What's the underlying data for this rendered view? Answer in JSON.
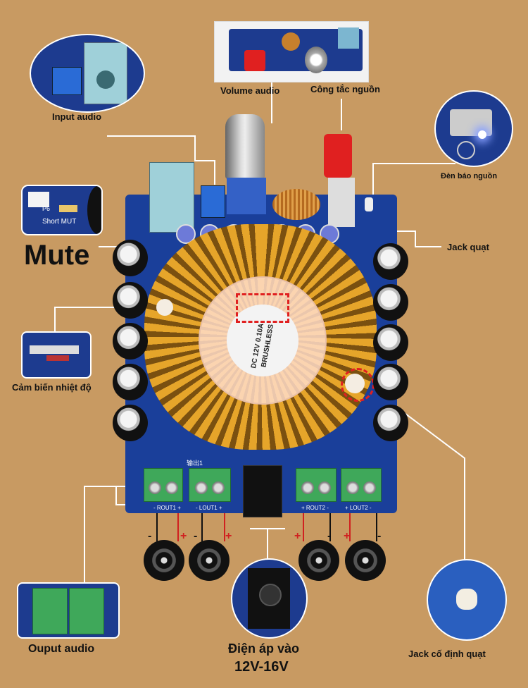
{
  "labels": {
    "volume_audio": "Volume audio",
    "power_switch": "Công tắc nguồn",
    "input_audio": "Input audio",
    "power_led": "Đèn báo nguồn",
    "mute": "Mute",
    "fan_jack": "Jack quạt",
    "temp_sensor": "Cảm biến nhiệt độ",
    "output_audio": "Ouput audio",
    "voltage_in_line1": "Điện áp vào",
    "voltage_in_line2": "12V-16V",
    "fan_mount_jack": "Jack cố định quạt"
  },
  "board": {
    "short_mut": "Short MUT",
    "p6": "P6",
    "fan_text_1": "DC 12V 0.10A",
    "fan_text_2": "BRUSHLESS",
    "out_label": "输出1",
    "rout1": "- ROUT1 +",
    "lout1": "- LOUT1 +",
    "rout2": "+ ROUT2 -",
    "lout2": "+ LOUT2 -"
  },
  "speaker_polarity": [
    "-",
    "+",
    "-",
    "+",
    "+",
    "-",
    "+",
    "-"
  ],
  "colors": {
    "background": "#c89a62",
    "pcb": "#1a3f9a",
    "heatsink": "#e6a52a",
    "terminal": "#3fa85a",
    "callout_line": "#ffffff"
  }
}
